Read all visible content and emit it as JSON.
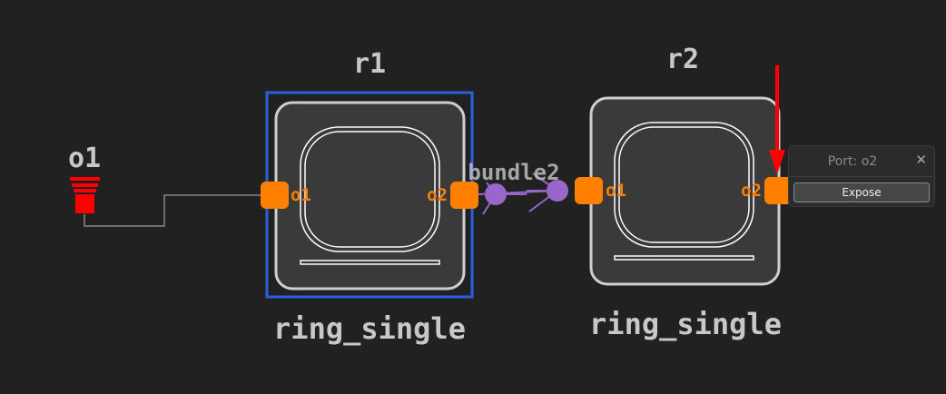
{
  "external_port": {
    "label": "o1"
  },
  "components": [
    {
      "name": "r1",
      "type": "ring_single",
      "selected": true,
      "ports": [
        "o1",
        "o2"
      ]
    },
    {
      "name": "r2",
      "type": "ring_single",
      "selected": false,
      "ports": [
        "o1",
        "o2"
      ]
    }
  ],
  "bundle": {
    "label": "bundle2"
  },
  "popup": {
    "title": "Port: o2",
    "close": "✕",
    "button": "Expose"
  },
  "colors": {
    "port": "#ff8000",
    "bundle": "#9966cc",
    "selection": "#2a5fe0",
    "external": "#ff0000",
    "arrow": "#ff0000"
  }
}
